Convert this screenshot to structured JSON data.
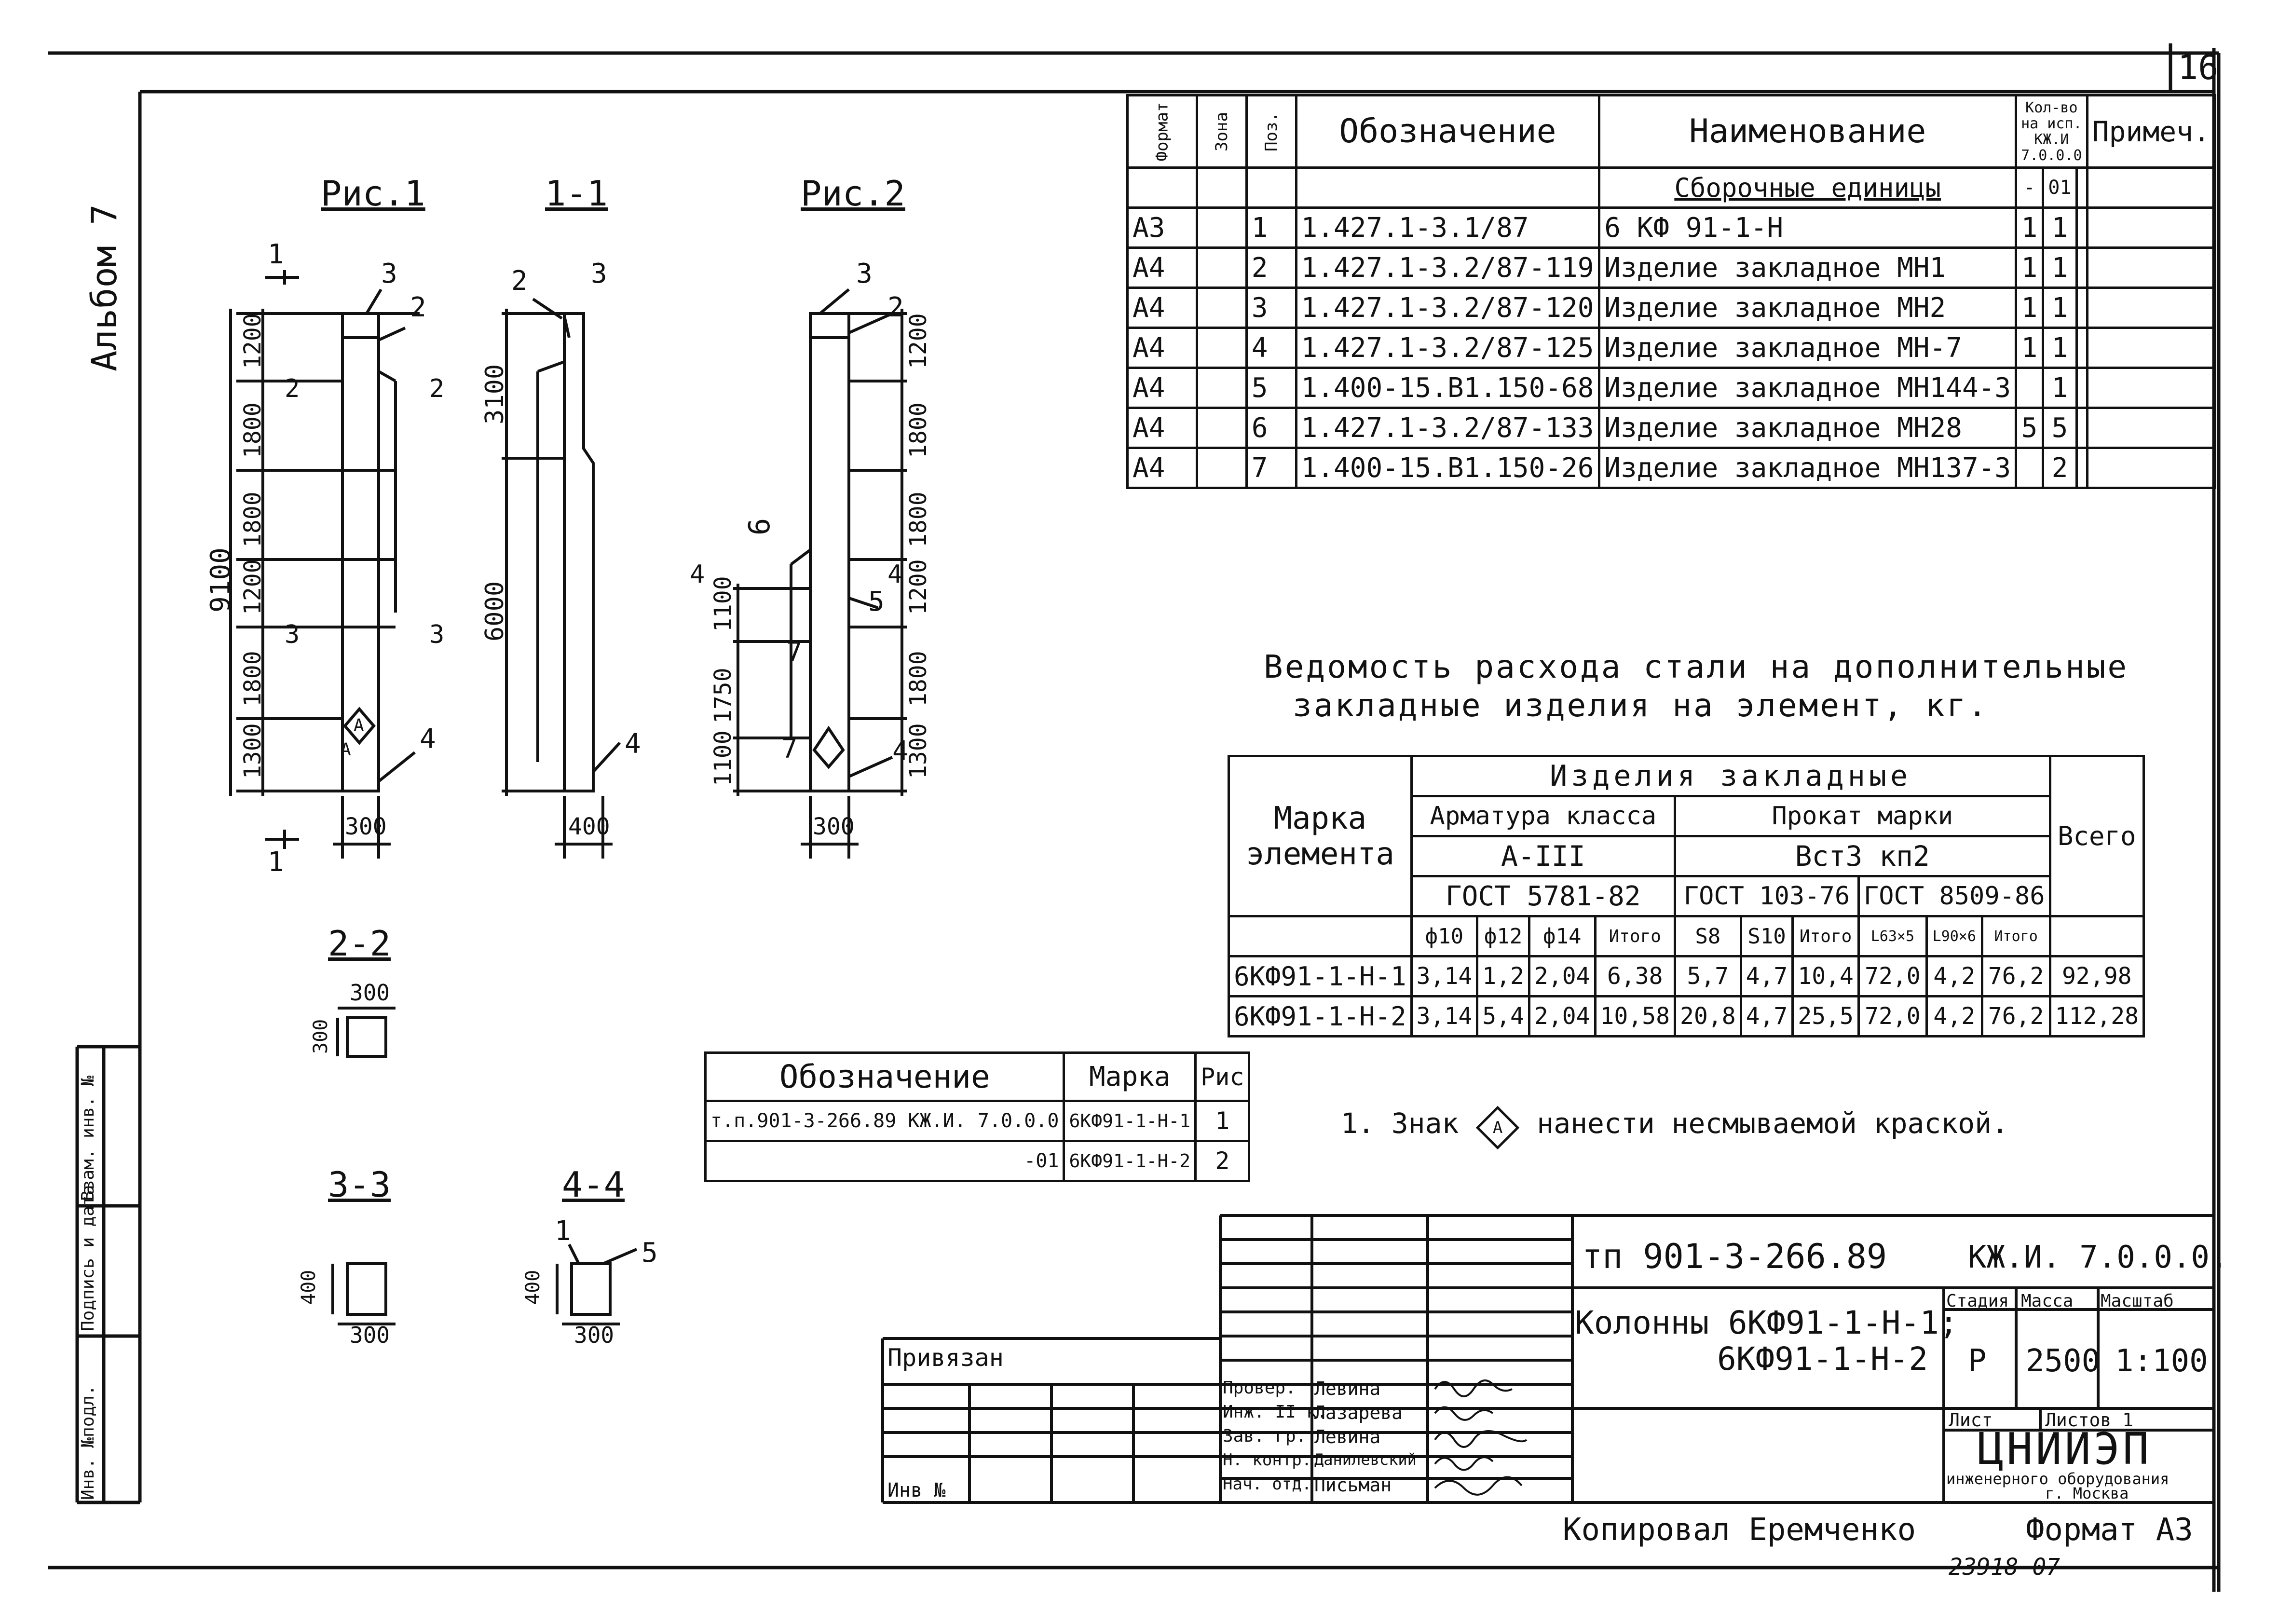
{
  "sheet": {
    "page_number": "16",
    "album": "Альбом 7",
    "left_stamp": [
      "Инв. №подл.",
      "Подпись и дата",
      "Взам. инв. №"
    ]
  },
  "figures": {
    "fig1_title": "Рис.1",
    "sec11_title": "1-1",
    "fig2_title": "Рис.2",
    "sec22_title": "2-2",
    "sec33_title": "3-3",
    "sec44_title": "4-4",
    "fig1_dims": [
      "1200",
      "1800",
      "1800",
      "1200",
      "1800",
      "1300"
    ],
    "fig1_total": "9100",
    "fig1_width": "300",
    "sec11_dims": [
      "3100",
      "6000"
    ],
    "sec11_width": "400",
    "fig2_dims_right": [
      "1200",
      "1800",
      "1800",
      "1200",
      "1800",
      "1300"
    ],
    "fig2_dims_left": [
      "1100",
      "1750",
      "1100"
    ],
    "fig2_width": "300",
    "fig2_label6": "6",
    "sec22_w": "300",
    "sec22_h": "300",
    "sec33_w": "300",
    "sec33_h": "400",
    "sec44_w": "300",
    "sec44_h": "400",
    "pos_labels": [
      "1",
      "2",
      "3",
      "4",
      "5",
      "6",
      "7"
    ],
    "cut_marks": [
      "1",
      "2",
      "3",
      "4"
    ],
    "diamond_symbol": "A"
  },
  "spec_table": {
    "headers": {
      "format": "Формат",
      "zone": "Зона",
      "pos": "Поз.",
      "designation": "Обозначение",
      "name": "Наименование",
      "qty": "Кол-во на исп. КЖ.И 7.0.0.0",
      "qty_cols": [
        "-",
        "01"
      ],
      "note": "Примеч."
    },
    "section": "Сборочные единицы",
    "rows": [
      {
        "format": "А3",
        "pos": "1",
        "designation": "1.427.1-3.1/87",
        "name": "6 КФ 91-1-Н",
        "q1": "1",
        "q2": "1"
      },
      {
        "format": "А4",
        "pos": "2",
        "designation": "1.427.1-3.2/87-119",
        "name": "Изделие закладное МН1",
        "q1": "1",
        "q2": "1"
      },
      {
        "format": "А4",
        "pos": "3",
        "designation": "1.427.1-3.2/87-120",
        "name": "Изделие закладное МН2",
        "q1": "1",
        "q2": "1"
      },
      {
        "format": "А4",
        "pos": "4",
        "designation": "1.427.1-3.2/87-125",
        "name": "Изделие закладное МН-7",
        "q1": "1",
        "q2": "1"
      },
      {
        "format": "А4",
        "pos": "5",
        "designation": "1.400-15.В1.150-68",
        "name": "Изделие закладное МН144-3",
        "q1": "",
        "q2": "1"
      },
      {
        "format": "А4",
        "pos": "6",
        "designation": "1.427.1-3.2/87-133",
        "name": "Изделие закладное МН28",
        "q1": "5",
        "q2": "5"
      },
      {
        "format": "А4",
        "pos": "7",
        "designation": "1.400-15.В1.150-26",
        "name": "Изделие закладное МН137-3",
        "q1": "",
        "q2": "2"
      }
    ]
  },
  "steel_table": {
    "title_line1": "Ведомость расхода стали на дополнительные",
    "title_line2": "закладные изделия на элемент, кг.",
    "h_mark": "Марка элемента",
    "h_items": "Изделия закладные",
    "h_rebar": "Арматура класса",
    "h_rebar_class": "А-III",
    "h_rebar_gost": "ГОСТ 5781-82",
    "h_rolled": "Прокат марки",
    "h_rolled_grade": "Вст3 кп2",
    "h_gost1": "ГОСТ 103-76",
    "h_gost2": "ГОСТ 8509-86",
    "h_total": "Всего",
    "sub": [
      "ф10",
      "ф12",
      "ф14",
      "Итого",
      "S8",
      "S10",
      "Итого",
      "L63×5",
      "L90×6",
      "Итого"
    ],
    "rows": [
      {
        "mark": "6КФ91-1-Н-1",
        "v": [
          "3,14",
          "1,2",
          "2,04",
          "6,38",
          "5,7",
          "4,7",
          "10,4",
          "72,0",
          "4,2",
          "76,2",
          "92,98"
        ]
      },
      {
        "mark": "6КФ91-1-Н-2",
        "v": [
          "3,14",
          "5,4",
          "2,04",
          "10,58",
          "20,8",
          "4,7",
          "25,5",
          "72,0",
          "4,2",
          "76,2",
          "112,28"
        ]
      }
    ]
  },
  "note": {
    "text_before": "1. Знак",
    "symbol": "A",
    "text_after": "нанести несмываемой краской."
  },
  "mark_table": {
    "headers": [
      "Обозначение",
      "Марка",
      "Рис"
    ],
    "rows": [
      [
        "т.п.901-3-266.89 КЖ.И. 7.0.0.0",
        "6КФ91-1-Н-1",
        "1"
      ],
      [
        "-01",
        "6КФ91-1-Н-2",
        "2"
      ]
    ]
  },
  "title_block": {
    "project": "тп 901-3-266.89",
    "code": "КЖ.И. 7.0.0.0.",
    "title": "Колонны 6КФ91-1-Н-1; 6КФ91-1-Н-2",
    "title_l1": "Колонны 6КФ91-1-Н-1;",
    "title_l2": "6КФ91-1-Н-2",
    "stage_h": "Стадия",
    "mass_h": "Масса",
    "scale_h": "Масштаб",
    "stage": "Р",
    "mass": "2500",
    "scale": "1:100",
    "sheet_h": "Лист",
    "sheets_h": "Листов 1",
    "org": "ЦНИИЭП",
    "org_sub1": "инженерного оборудования",
    "org_sub2": "г. Москва",
    "bound": "Привязан",
    "inv": "Инв №",
    "roles": [
      {
        "role": "Провер.",
        "name": "Левина"
      },
      {
        "role": "Инж. II к.",
        "name": "Лазарева"
      },
      {
        "role": "Зав. гр.",
        "name": "Левина"
      },
      {
        "role": "Н. контр.",
        "name": "Данилевский"
      },
      {
        "role": "Нач. отд.",
        "name": "Письман"
      }
    ],
    "copied": "Копировал Еремченко",
    "format": "Формат А3",
    "archive": "23918-07"
  }
}
